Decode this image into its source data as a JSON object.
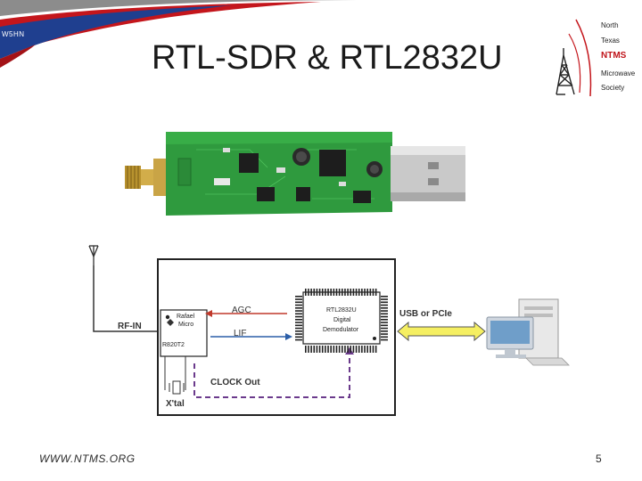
{
  "header": {
    "callsign": "W5HN",
    "title": "RTL-SDR & RTL2832U",
    "colors": {
      "swoosh_red": "#c4161c",
      "swoosh_blue": "#1f3f8f",
      "swoosh_grey": "#8c8c8c"
    }
  },
  "logo": {
    "line1": "North",
    "line2": "Texas",
    "line3": "NTMS",
    "line4": "Microwave",
    "line5": "Society",
    "icon": "radio-tower-icon"
  },
  "pcb": {
    "icon": "usb-dongle-pcb-image"
  },
  "diagram": {
    "antenna_icon": "antenna-icon",
    "rf_in": "RF-IN",
    "tuner_brand_line1": "Rafael",
    "tuner_brand_line2": "Micro",
    "tuner_part": "R820T2",
    "agc": "AGC",
    "lif": "LIF",
    "demod_line1": "RTL2832U",
    "demod_line2": "Digital",
    "demod_line3": "Demodulator",
    "bus": "USB or PCIe",
    "clock": "CLOCK Out",
    "xtal": "X'tal",
    "computer_icon": "desktop-computer-icon",
    "colors": {
      "arrow_yellow": "#f5ef62",
      "clock_purple": "#6b3a8c",
      "agc_red": "#c0392b",
      "lif_blue": "#2c5fa8"
    }
  },
  "footer": {
    "website": "WWW.NTMS.ORG",
    "page_number": "5"
  }
}
